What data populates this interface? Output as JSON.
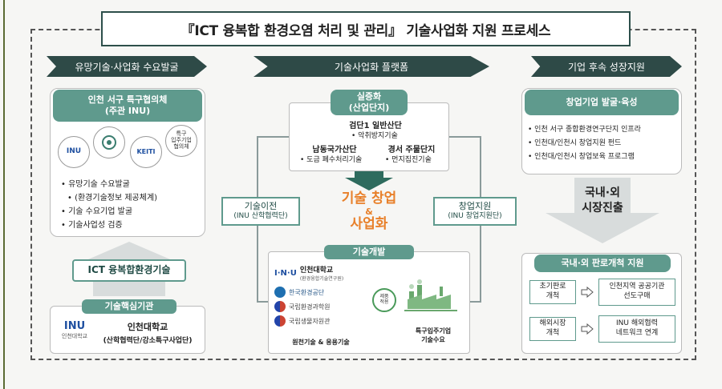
{
  "title": "『ICT 융복합 환경오염 처리 및 관리』 기술사업화 지원 프로세스",
  "left": {
    "header": "유망기술·사업화 수요발굴",
    "council_title_1": "인천 서구 특구협의체",
    "council_title_2": "(주관 INU)",
    "circles": [
      "INU",
      "",
      "KEITI",
      "특구\n입주기업\n협의체"
    ],
    "bullets": [
      "유망기술 수요발굴",
      "(환경기술정보 제공체계)",
      "기술 수요기업 발굴",
      "기술사업성 검증"
    ],
    "ict_label": "ICT 융복합환경기술",
    "core_tab": "기술핵심기관",
    "inu_logo": "INU",
    "inu_logo_sub": "인천대학교",
    "core_name": "인천대학교",
    "core_sub": "(산학협력단/강소특구사업단)"
  },
  "center": {
    "header": "기술사업화 플랫폼",
    "demo_tab_1": "실증화",
    "demo_tab_2": "(산업단지)",
    "site1": "검단1 일반산단",
    "site1_tech": "악취방지기술",
    "site2": "남동국가산단",
    "site2_tech": "도금 폐수처리기술",
    "site3": "경서 주물단지",
    "site3_tech": "먼지집진기술",
    "startup_1": "기술 창업",
    "startup_amp": "&",
    "startup_2": "사업화",
    "transfer_1": "기술이전",
    "transfer_2": "(INU 산학협력단)",
    "support_1": "창업지원",
    "support_2": "(INU 창업지원단)",
    "dev_tab": "기술개발",
    "dev_inu": "인천대학교",
    "dev_inu_sub": "(환경융합기술연구원)",
    "orgs": [
      "한국환경공단",
      "국립환경과학원",
      "국립생물자원관"
    ],
    "dev_left_caption": "원천기술 & 응용기술",
    "cycle_label": "제품\n적용",
    "dev_right_caption_1": "특구입주기업",
    "dev_right_caption_2": "기술수요"
  },
  "right": {
    "header": "기업 후속 성장지원",
    "startup_tab": "창업기업 발굴·육성",
    "bullets": [
      "인천 서구 종합환경연구단지 인프라",
      "인천대/인천시 창업지원 펀드",
      "인천대/인천시 창업보육 프로그램"
    ],
    "market_1": "국내·외",
    "market_2": "시장진출",
    "sales_tab": "국내·외 판로개척 지원",
    "row1_left_1": "초기판로",
    "row1_left_2": "개척",
    "row1_right_1": "인천지역 공공기관",
    "row1_right_2": "선도구매",
    "row2_left_1": "해외시장",
    "row2_left_2": "개척",
    "row2_right_1": "INU 해외협력",
    "row2_right_2": "네트워크 연계"
  },
  "colors": {
    "teal": "#5f9a8d",
    "dark": "#2e4a47",
    "orange": "#e8802a"
  }
}
